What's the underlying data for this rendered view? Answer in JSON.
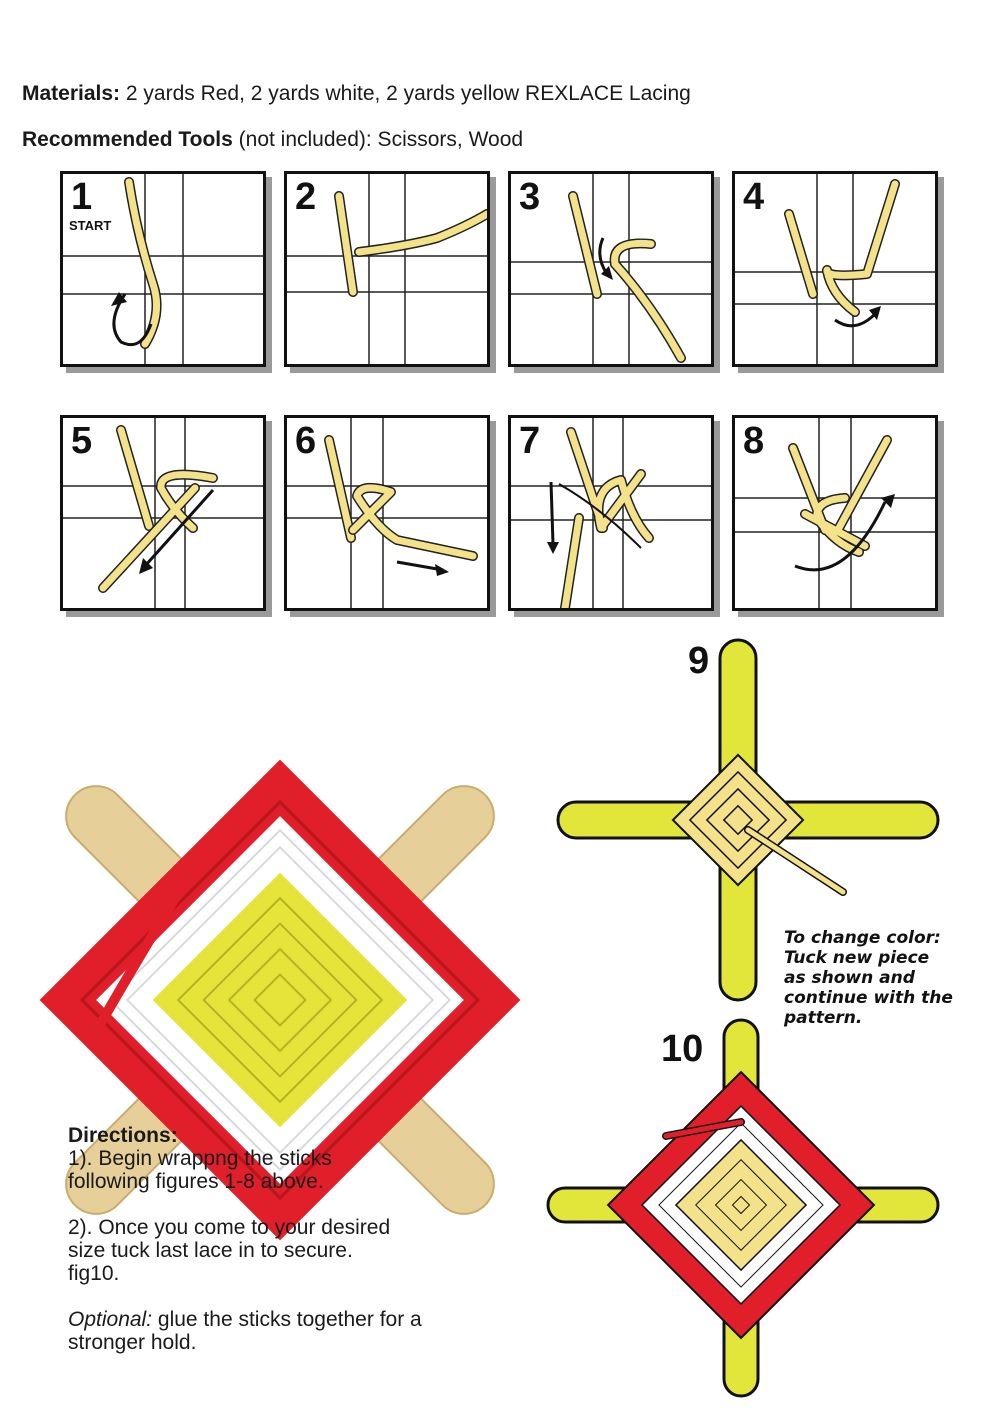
{
  "materials": {
    "label": "Materials:",
    "text": " 2 yards Red, 2 yards white, 2 yards yellow REXLACE Lacing"
  },
  "tools": {
    "label": "Recommended Tools",
    "text": " (not included):  Scissors, Wood"
  },
  "steps": [
    {
      "number": "1",
      "extra": "START"
    },
    {
      "number": "2"
    },
    {
      "number": "3"
    },
    {
      "number": "4"
    },
    {
      "number": "5"
    },
    {
      "number": "6"
    },
    {
      "number": "7"
    },
    {
      "number": "8"
    }
  ],
  "figures": {
    "fig9_number": "9",
    "fig10_number": "10"
  },
  "change_color": {
    "lines": [
      "To change color:",
      "Tuck new piece",
      "as shown and",
      "continue with the",
      "pattern."
    ]
  },
  "directions": {
    "title": "Directions:",
    "step1_lines": [
      "1). Begin wrappng the sticks",
      "following figures 1-8 above."
    ],
    "step2_lines": [
      "2). Once you come to your desired",
      "size tuck last lace in to secure.",
      "fig10."
    ],
    "optional_label": "Optional:",
    "optional_text": " glue the sticks together for a",
    "optional_text2": "stronger hold."
  },
  "colors": {
    "lace_yellow": "#f4e28a",
    "stick_yellow": "#e3e63a",
    "red": "#e01f2a",
    "wood": "#e7cf9a"
  }
}
